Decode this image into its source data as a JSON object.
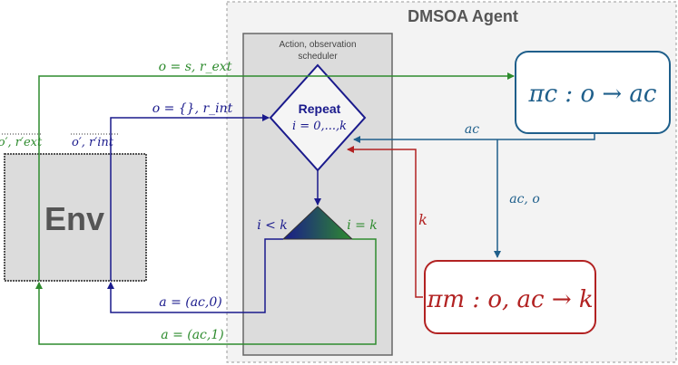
{
  "agent": {
    "title": "DMSOA Agent"
  },
  "env": {
    "label": "Env"
  },
  "scheduler": {
    "title_line1": "Action, observation",
    "title_line2": "scheduler",
    "repeat_label": "Repeat",
    "repeat_range": "i = 0,...,k",
    "branch_less": "i < k",
    "branch_equal": "i = k"
  },
  "policy_c": {
    "label": "πc : o → ac"
  },
  "policy_m": {
    "label": "πm : o, ac → k"
  },
  "signals": {
    "obs_ext": "o = s, r_ext",
    "obs_int": "o = {}, r_int",
    "env_out_ext": "o′, r′ext",
    "env_out_int": "o′, r′int",
    "action_c": "ac",
    "action_c_obs": "ac, o",
    "k_signal": "k",
    "action_0": "a = (ac,0)",
    "action_1": "a = (ac,1)"
  },
  "colors": {
    "green": "#2e8b2e",
    "navy": "#1a1a8c",
    "teal": "#1f5f8b",
    "red": "#b22222"
  }
}
